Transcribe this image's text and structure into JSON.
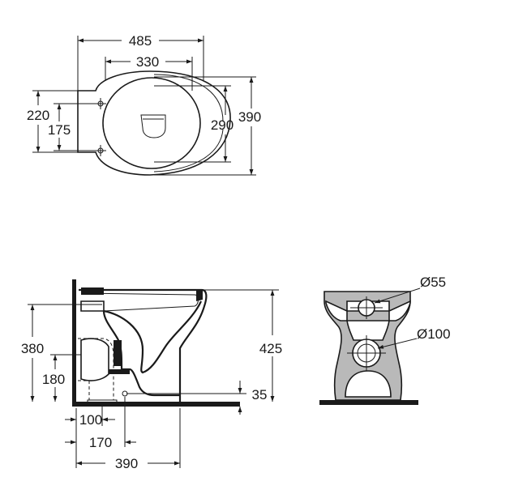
{
  "top_view": {
    "dim_overall_width": "485",
    "dim_bowl_width": "330",
    "dim_fixing_outer": "220",
    "dim_fixing_inner": "175",
    "dim_bowl_depth": "290",
    "dim_overall_depth": "390"
  },
  "side_view": {
    "dim_inlet_height": "380",
    "dim_outlet_height": "180",
    "dim_total_height": "425",
    "dim_floor_outlet": "35",
    "dim_outlet_offset": "100",
    "dim_floor_fixing": "170",
    "dim_projection": "390"
  },
  "front_view": {
    "dim_inlet_diameter": "Ø55",
    "dim_outlet_diameter": "Ø100"
  },
  "colors": {
    "line": "#1a1a1a",
    "ceramic_section": "#b9b9b9",
    "background": "#ffffff"
  }
}
